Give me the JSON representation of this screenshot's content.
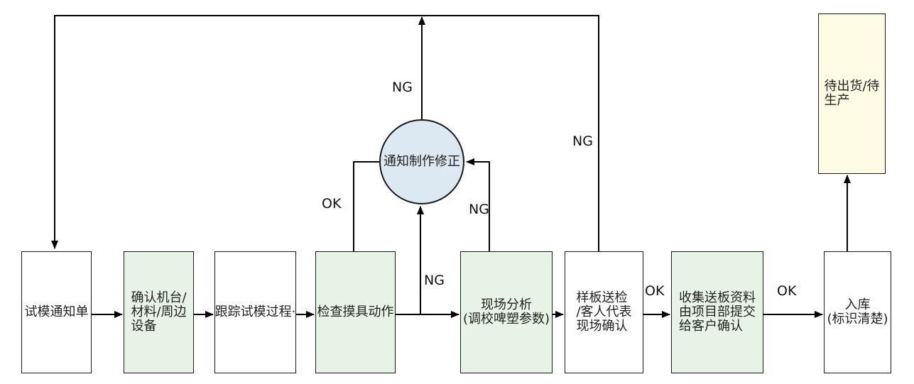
{
  "nodes": {
    "trial_notice": {
      "lines": [
        "试模通知单"
      ]
    },
    "confirm_machine": {
      "lines": [
        "确认机台/",
        "材料/周边",
        "设备"
      ]
    },
    "track_process": {
      "lines": [
        "跟踪试模过程·"
      ]
    },
    "check_mold": {
      "lines": [
        "检查摸具动作"
      ]
    },
    "site_analysis": {
      "lines": [
        "现场分析",
        "(调校啤塑参数)"
      ]
    },
    "sample_inspect": {
      "lines": [
        "样板送检",
        "/客人代表",
        "现场确认"
      ]
    },
    "collect_submit": {
      "lines": [
        "收集送板资料",
        "由项目部提交",
        "给客户确认"
      ]
    },
    "warehouse": {
      "lines": [
        "入库",
        "(标识清楚)"
      ]
    },
    "await_ship": {
      "lines": [
        "待出货/待",
        "生产"
      ]
    },
    "notify_fix": {
      "lines": [
        "通知制作修正"
      ]
    }
  },
  "edge_labels": {
    "ng_top": "NG",
    "ng_loop": "NG",
    "ng_from_analysis": "NG",
    "ng_from_check": "NG",
    "ok_to_check": "OK",
    "ok_sample": "OK",
    "ok_collect": "OK"
  },
  "colors": {
    "node_green": "#e8f3e8",
    "node_blue": "#dce8f2",
    "node_yellow": "#fdfbe3",
    "node_white": "#ffffff",
    "line": "#000000"
  },
  "connections": [
    {
      "from": "trial_notice",
      "to": "confirm_machine",
      "label": ""
    },
    {
      "from": "confirm_machine",
      "to": "track_process",
      "label": ""
    },
    {
      "from": "track_process",
      "to": "check_mold",
      "label": ""
    },
    {
      "from": "check_mold",
      "to": "site_analysis",
      "label": ""
    },
    {
      "from": "site_analysis",
      "to": "sample_inspect",
      "label": ""
    },
    {
      "from": "sample_inspect",
      "to": "collect_submit",
      "label": "OK"
    },
    {
      "from": "collect_submit",
      "to": "warehouse",
      "label": "OK"
    },
    {
      "from": "warehouse",
      "to": "await_ship",
      "label": ""
    },
    {
      "from": "check_mold",
      "to": "notify_fix",
      "label": "NG"
    },
    {
      "from": "site_analysis",
      "to": "notify_fix",
      "label": "NG"
    },
    {
      "from": "notify_fix",
      "to": "check_mold",
      "label": "OK"
    },
    {
      "from": "notify_fix",
      "to": "trial_notice",
      "label": "NG"
    },
    {
      "from": "sample_inspect",
      "to": "trial_notice",
      "label": "NG"
    }
  ]
}
